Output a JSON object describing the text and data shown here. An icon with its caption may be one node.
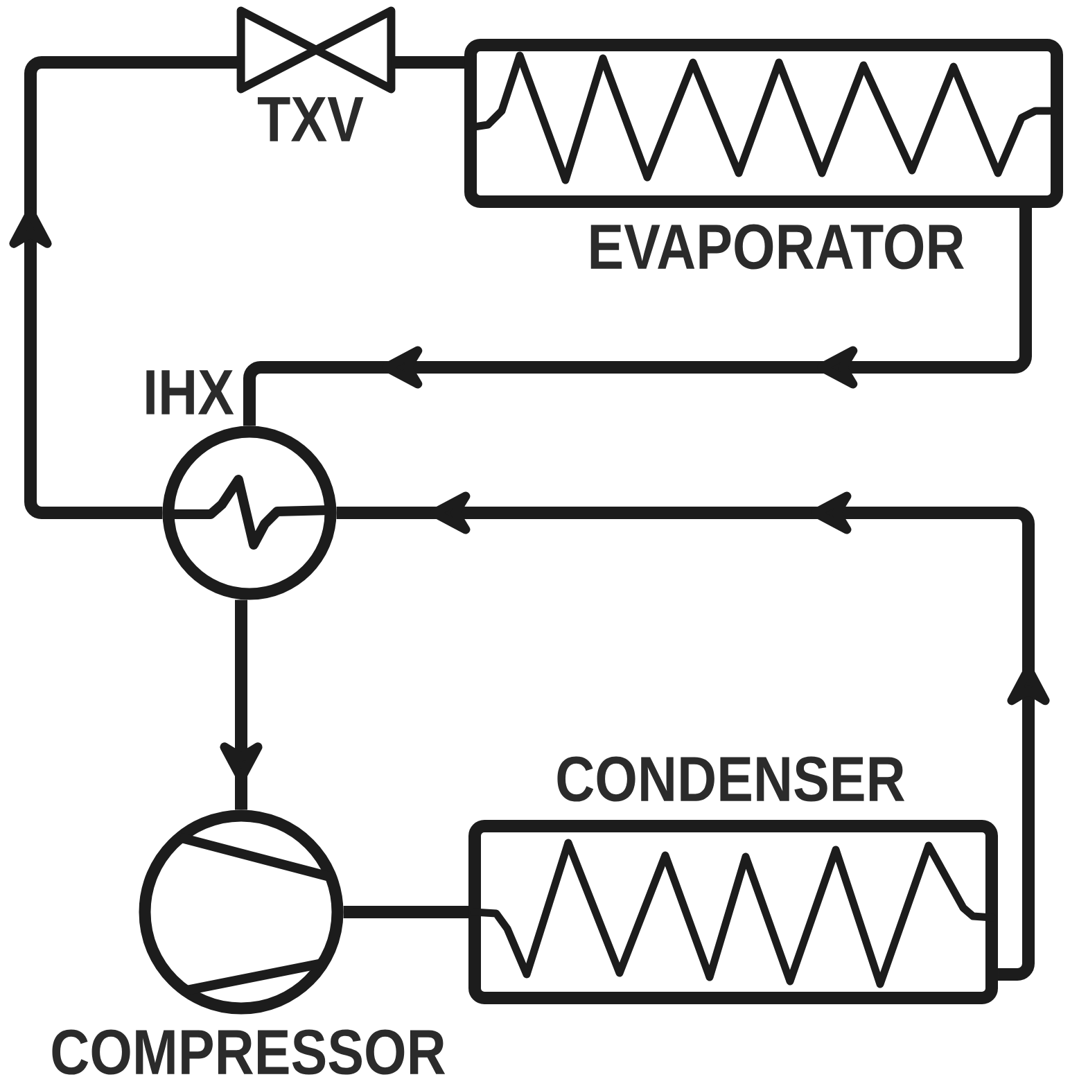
{
  "diagram": {
    "nodes": [
      {
        "text": [
          "TXV"
        ]
      },
      {
        "text": [
          "EVAPORATOR"
        ]
      },
      {
        "text": [
          "IHX"
        ]
      },
      {
        "text": [
          "COMPRESSOR"
        ]
      },
      {
        "text": [
          "CONDENSER"
        ]
      }
    ],
    "edges": [
      {
        "from": 0,
        "to": 1,
        "arrow": "none"
      },
      {
        "from": 1,
        "to": 2,
        "arrow": "to"
      },
      {
        "from": 2,
        "to": 3,
        "arrow": "to"
      },
      {
        "from": 3,
        "to": 4,
        "arrow": "none"
      },
      {
        "from": 4,
        "to": 2,
        "arrow": "to"
      },
      {
        "from": 2,
        "to": 0,
        "arrow": "to"
      }
    ]
  }
}
